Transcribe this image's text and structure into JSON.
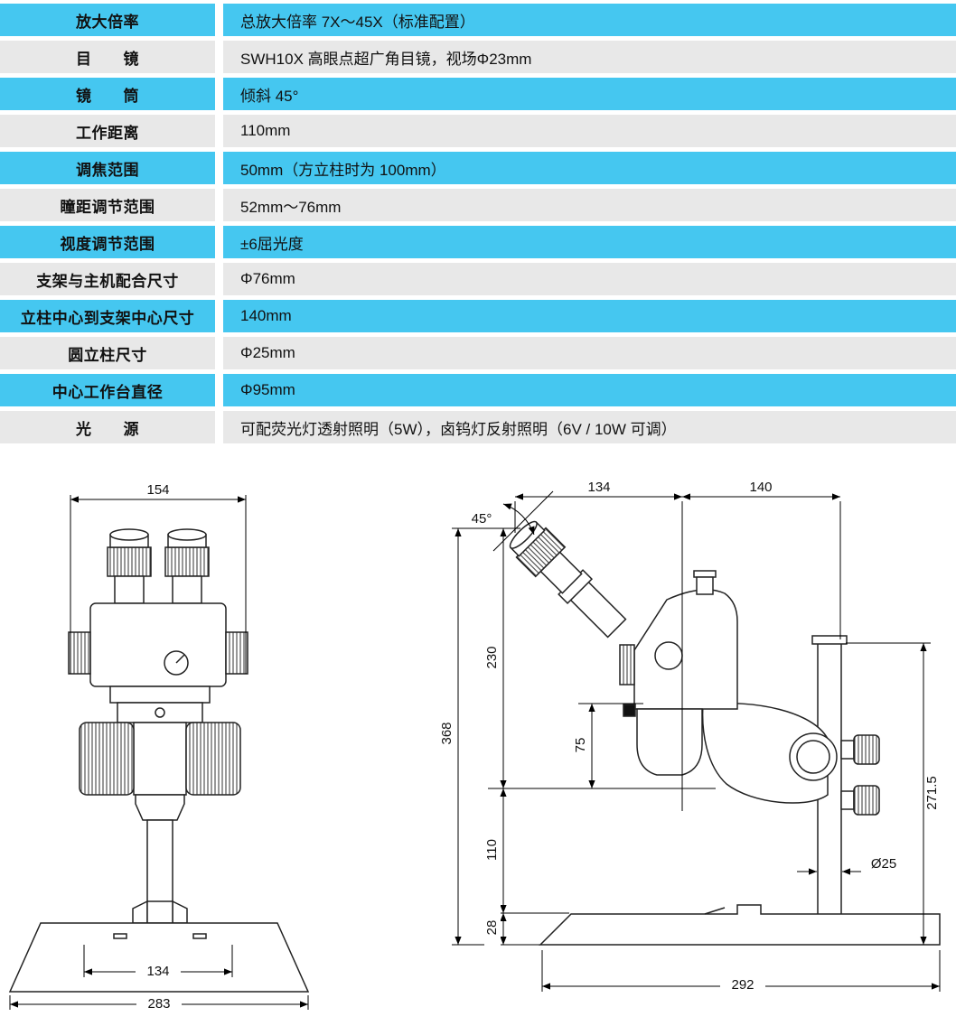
{
  "page": {
    "background": "#ffffff"
  },
  "spec_table": {
    "row_colors": {
      "highlight": "#45C7F0",
      "alt": "#E8E8E8"
    },
    "rows": [
      {
        "label": "放大倍率",
        "value": "总放大倍率 7X～45X（标准配置）"
      },
      {
        "label": "目　　镜",
        "value": "SWH10X 高眼点超广角目镜，视场Φ23mm"
      },
      {
        "label": "镜　　筒",
        "value": "倾斜 45°"
      },
      {
        "label": "工作距离",
        "value": "110mm"
      },
      {
        "label": "调焦范围",
        "value": "50mm（方立柱时为 100mm）"
      },
      {
        "label": "瞳距调节范围",
        "value": "52mm～76mm"
      },
      {
        "label": "视度调节范围",
        "value": "±6屈光度"
      },
      {
        "label": "支架与主机配合尺寸",
        "value": "Φ76mm"
      },
      {
        "label": "立柱中心到支架中心尺寸",
        "value": "140mm"
      },
      {
        "label": "圆立柱尺寸",
        "value": "Φ25mm"
      },
      {
        "label": "中心工作台直径",
        "value": "Φ95mm"
      },
      {
        "label": "光　　源",
        "value": "可配荧光灯透射照明（5W），卤钨灯反射照明（6V / 10W 可调）"
      }
    ]
  },
  "front_view": {
    "dims": {
      "head_width": "154",
      "inner_width": "134",
      "base_width": "283"
    }
  },
  "side_view": {
    "dims": {
      "angle": "45°",
      "eyepiece_offset": "134",
      "column_offset": "140",
      "total_height": "368",
      "upper_height": "230",
      "focus_height": "75",
      "stand_height": "110",
      "base_height": "28",
      "column_height": "271.5",
      "column_diameter": "Ø25",
      "base_width": "292"
    }
  }
}
